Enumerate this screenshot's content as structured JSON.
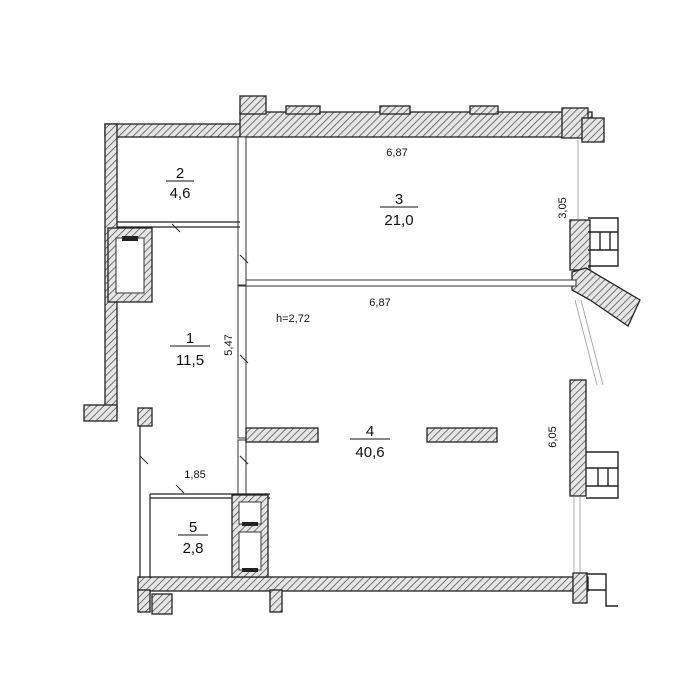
{
  "plan": {
    "ceiling_height": "h=2,72",
    "rooms": [
      {
        "number": "1",
        "area": "11,5"
      },
      {
        "number": "2",
        "area": "4,6"
      },
      {
        "number": "3",
        "area": "21,0"
      },
      {
        "number": "4",
        "area": "40,6"
      },
      {
        "number": "5",
        "area": "2,8"
      }
    ],
    "dimensions": {
      "top_width": "6,87",
      "mid_width": "6,87",
      "room3_depth": "3,05",
      "room1_length": "5,47",
      "room4_depth": "6,05",
      "corridor_width": "1,85"
    }
  }
}
